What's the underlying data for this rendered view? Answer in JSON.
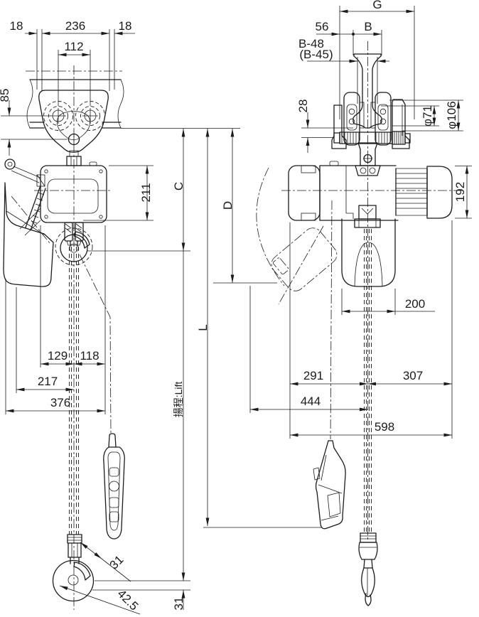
{
  "colors": {
    "line": "#1b1b1b",
    "background": "#ffffff"
  },
  "front_view": {
    "d18l": "18",
    "d236": "236",
    "d18r": "18",
    "d112": "112",
    "d85": "85",
    "d211": "211",
    "dC": "C",
    "dD": "D",
    "dL": "L",
    "lift": "揚程:Lift",
    "d129": "129",
    "d118": "118",
    "d217": "217",
    "d376": "376",
    "d31_diag": "31",
    "d42_5": "42.5",
    "d31_bottom": "31"
  },
  "side_view": {
    "dG": "G",
    "d56": "56",
    "dB": "B",
    "dB48": "B-48",
    "dB45": "(B-45)",
    "d28": "28",
    "dphi71": "φ71",
    "dphi106": "φ106",
    "d192": "192",
    "d200": "200",
    "d291": "291",
    "d307": "307",
    "d444": "444",
    "d598": "598"
  }
}
